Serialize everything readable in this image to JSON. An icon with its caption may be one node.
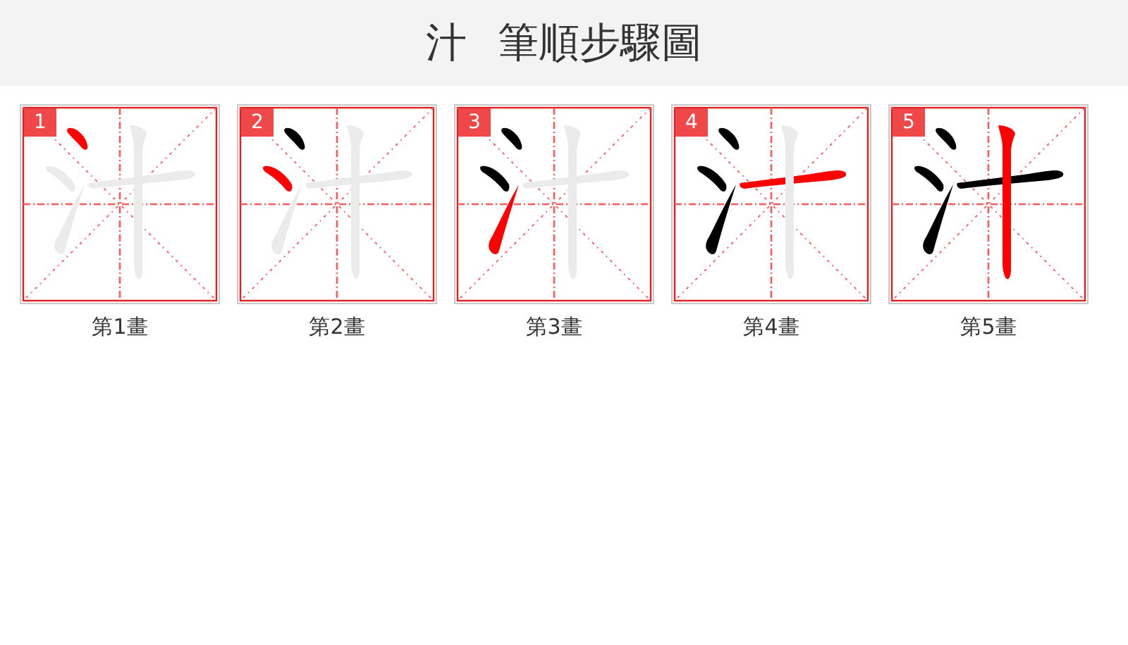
{
  "diagram": {
    "title": "汁 筆順步驟圖",
    "nodes": [
      {
        "text": [
          "1"
        ],
        "beside": [
          "第1畫"
        ]
      },
      {
        "text": [
          "2"
        ],
        "beside": [
          "第2畫"
        ]
      },
      {
        "text": [
          "3"
        ],
        "beside": [
          "第3畫"
        ]
      },
      {
        "text": [
          "4"
        ],
        "beside": [
          "第4畫"
        ]
      },
      {
        "text": [
          "5"
        ],
        "beside": [
          "第5畫"
        ]
      }
    ]
  }
}
